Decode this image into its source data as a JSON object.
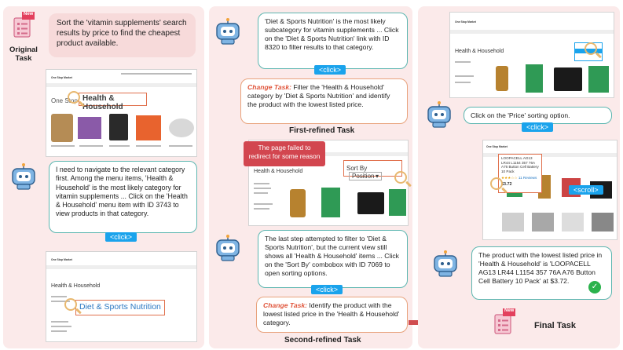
{
  "original_task": {
    "label": "Original\nTask",
    "badge": "New",
    "text": "Sort the 'vitamin supplements' search results by price to find the cheapest product available."
  },
  "left_bubble": {
    "text": "I need to navigate to the relevant category first. Among the menu items, 'Health & Household' is the most likely category for vitamin supplements ... Click on the 'Health & Household' menu item with ID 3743 to view products in that category.",
    "action": "<click>"
  },
  "screens": {
    "one_stop_market": "One Stop Market",
    "highlight_health": "Health & Household",
    "highlight_diet": "Diet & Sports Nutrition",
    "page_heading": "Health & Household",
    "sort_by_label": "Sort By",
    "sort_by_value": "Position",
    "product_title": "LOOPACELL AG13 LR44 L1154 357 76A A76 Button Cell Battery 10 Pack",
    "product_reviews": "11 Reviews",
    "product_price": "$3.72",
    "error_callout": "The page failed to redirect for some reason"
  },
  "middle": {
    "bubble_top": "'Diet & Sports Nutrition' is the most likely subcategory for vitamin supplements ... Click on the 'Diet & Sports Nutrition' link with ID 8320 to filter results to that category.",
    "bubble_top_action": "<click>",
    "change1_label": "Change Task:",
    "change1_text": "Filter the 'Health & Household' category by 'Diet & Sports Nutrition' and identify the product with the lowest listed price.",
    "first_refined": "First-refined Task",
    "bubble_mid": "The last step attempted to filter to 'Diet & Sports Nutrition', but the current view still shows all 'Health & Household' items ... Click on the 'Sort By' combobox with ID 7069 to open sorting options.",
    "bubble_mid_action": "<click>",
    "change2_label": "Change Task:",
    "change2_text": "Identify the product with the lowest listed price in the 'Health & Household' category.",
    "second_refined": "Second-refined Task"
  },
  "right": {
    "bubble_price": "Click on the 'Price' sorting option.",
    "bubble_price_action": "<click>",
    "scroll_action": "<scroll>",
    "bubble_final": "The product with the lowest listed price in 'Health & Household' is 'LOOPACELL AG13 LR44 L1154 357 76A A76 Button Cell Battery 10 Pack' at $3.72.",
    "final_task": "Final Task",
    "final_badge": "New"
  },
  "colors": {
    "panel": "#fbeaea",
    "teal": "#5cb6b0",
    "orange": "#e8a27c",
    "tag_blue": "#1aa3ec",
    "change_red": "#e0553b",
    "arrow_red": "#d04c4f"
  }
}
